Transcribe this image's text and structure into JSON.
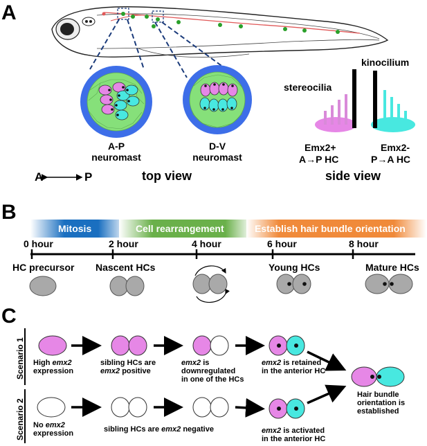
{
  "panels": {
    "a": "A",
    "b": "B",
    "c": "C"
  },
  "panel_a": {
    "ap_label": "A-P\nneuromast",
    "dv_label": "D-V\nneuromast",
    "axis_a": "A",
    "axis_p": "P",
    "top_view": "top view",
    "side_view": "side view",
    "kinocilium": "kinocilium",
    "stereocilia": "stereocilia",
    "emx2_pos": "Emx2+",
    "ap_hc": "A→P HC",
    "emx2_neg": "Emx2-",
    "pa_hc": "P→A HC"
  },
  "panel_b": {
    "bands": [
      "Mitosis",
      "Cell rearrangement",
      "Establish hair bundle orientation"
    ],
    "hours": [
      "0 hour",
      "2 hour",
      "4 hour",
      "6 hour",
      "8 hour"
    ],
    "stages": [
      "HC precursor",
      "Nascent HCs",
      "Young HCs",
      "Mature HCs"
    ]
  },
  "panel_c": {
    "scenario1": "Scenario 1",
    "scenario2": "Scenario 2",
    "s1_cap1_a": "High ",
    "s1_cap1_em": "emx2",
    "s1_cap1_b": "expression",
    "s1_cap2_a": "sibling HCs are",
    "s1_cap2_em": "emx2",
    "s1_cap2_b": " positive",
    "s1_cap3_em": "emx2",
    "s1_cap3_a": " is",
    "s1_cap3_b": "downregulated",
    "s1_cap3_c": "in one of the HCs",
    "s1_cap4_em": "emx2",
    "s1_cap4_a": " is retained",
    "s1_cap4_b": "in the anterior HC",
    "final_1": "Hair bundle",
    "final_2": "orientation is",
    "final_3": "established",
    "s2_cap1_a": "No ",
    "s2_cap1_em": "emx2",
    "s2_cap1_b": "expression",
    "s2_cap2_a": "sibling HCs are ",
    "s2_cap2_em": "emx2",
    "s2_cap2_b": " negative",
    "s2_cap4_em": "emx2",
    "s2_cap4_a": " is activated",
    "s2_cap4_b": "in the anterior HC"
  },
  "colors": {
    "pink": "#e687e6",
    "cyan": "#48e8e0",
    "green": "#86e07a",
    "blue": "#3d6ee8",
    "gray": "#a9a9a9",
    "fish_red": "#e05858",
    "fish_green": "#2aa02a"
  }
}
